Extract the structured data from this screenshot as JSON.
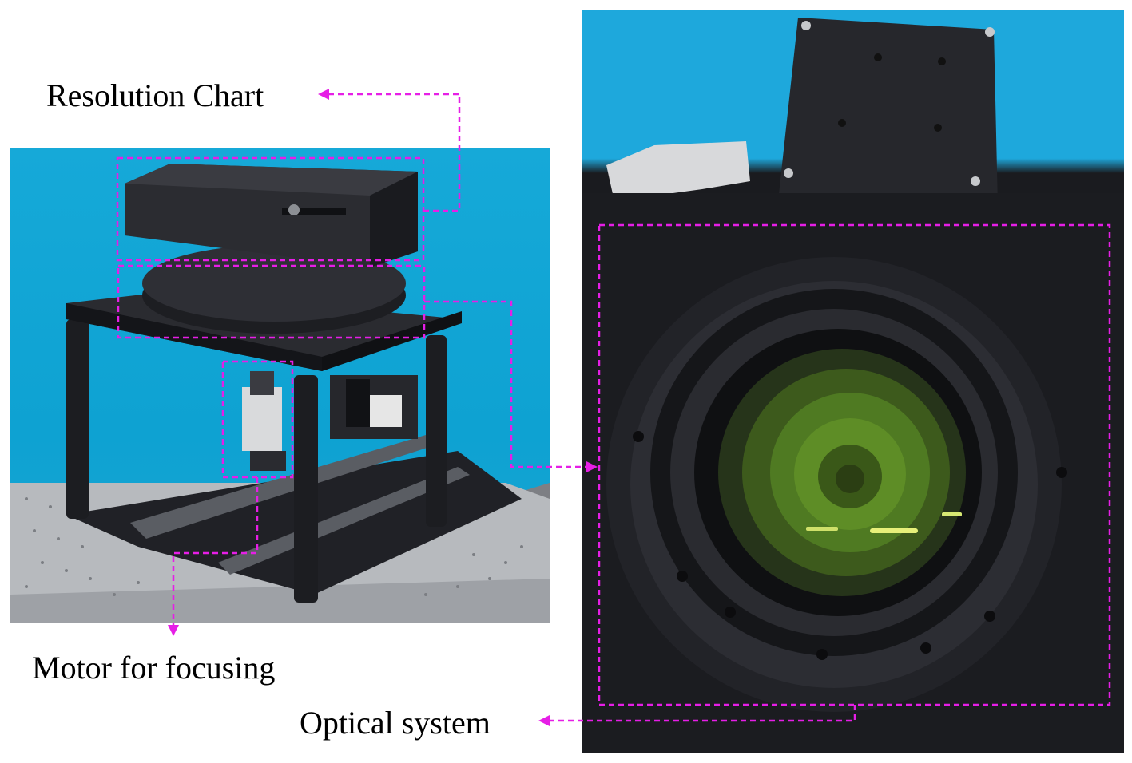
{
  "labels": {
    "resolution_chart": "Resolution Chart",
    "motor_for_focusing": "Motor for focusing",
    "optical_system": "Optical system"
  },
  "colors": {
    "annotation": "#e61ee6",
    "backdrop_blue": "#14a6d6",
    "hardware_black": "#1b1c20",
    "table_grey": "#b9bcc0",
    "lens_green": "#5b8a23"
  }
}
